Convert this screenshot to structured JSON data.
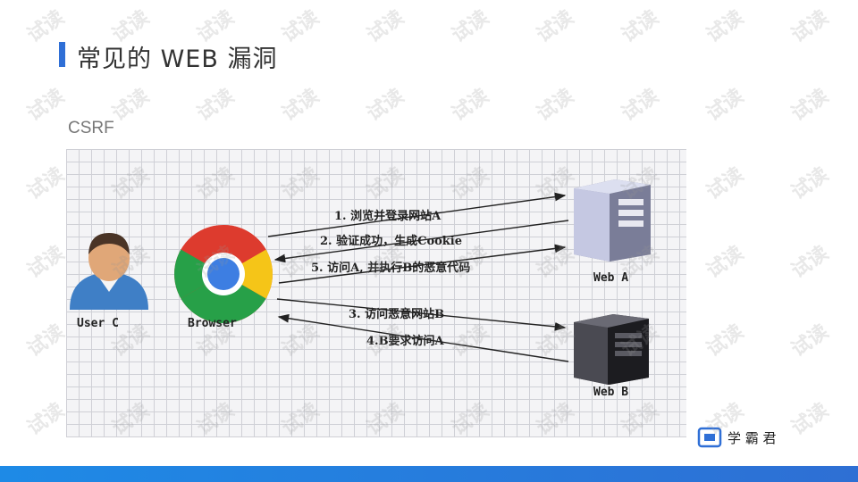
{
  "slide": {
    "title": "常见的 WEB 漏洞",
    "subtitle": "CSRF",
    "accent_color": "#2f6fd6",
    "bottom_bar_color": "#1e8ae6"
  },
  "diagram": {
    "nodes": {
      "user": "User C",
      "browser": "Browser",
      "web_a": "Web A",
      "web_b": "Web B"
    },
    "steps": [
      "1. 浏览并登录网站A",
      "2. 验证成功，生成Cookie",
      "5. 访问A, 并执行B的恶意代码",
      "3. 访问恶意网站B",
      "4.B要求访问A"
    ]
  },
  "watermark": {
    "text": "试读"
  },
  "brand": {
    "name": "学 霸 君"
  }
}
